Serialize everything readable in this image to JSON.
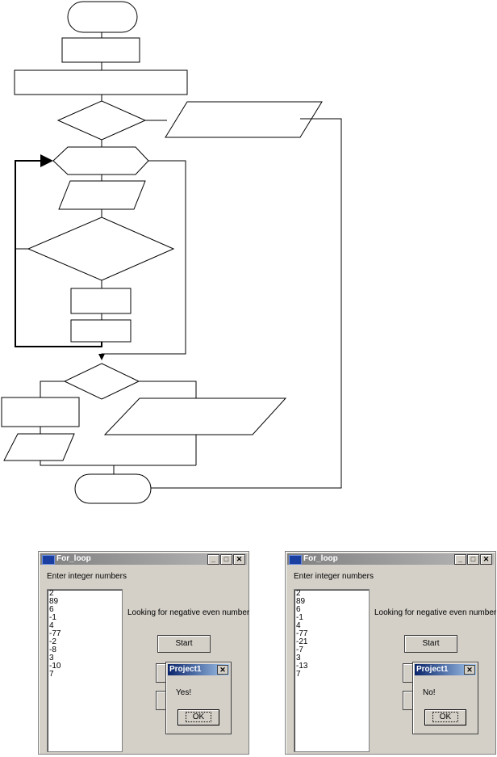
{
  "windows": [
    {
      "title": "For_loop",
      "prompt": "Enter integer numbers",
      "numbers": [
        "2",
        "89",
        "6",
        "-1",
        "4",
        "-77",
        "-2",
        "-8",
        "3",
        "-10",
        "7"
      ],
      "status": "Looking for negative even number",
      "start_label": "Start",
      "dialog": {
        "title": "Project1",
        "message": "Yes!",
        "ok_label": "OK"
      }
    },
    {
      "title": "For_loop",
      "prompt": "Enter integer numbers",
      "numbers": [
        "2",
        "89",
        "6",
        "-1",
        "4",
        "-77",
        "-21",
        "-7",
        "3",
        "-13",
        "7"
      ],
      "status": "Looking for negative even number",
      "start_label": "Start",
      "dialog": {
        "title": "Project1",
        "message": "No!",
        "ok_label": "OK"
      }
    }
  ],
  "icons": {
    "app": "app-window-icon",
    "minimize": "minimize-icon",
    "maximize": "maximize-icon",
    "close": "close-icon"
  }
}
